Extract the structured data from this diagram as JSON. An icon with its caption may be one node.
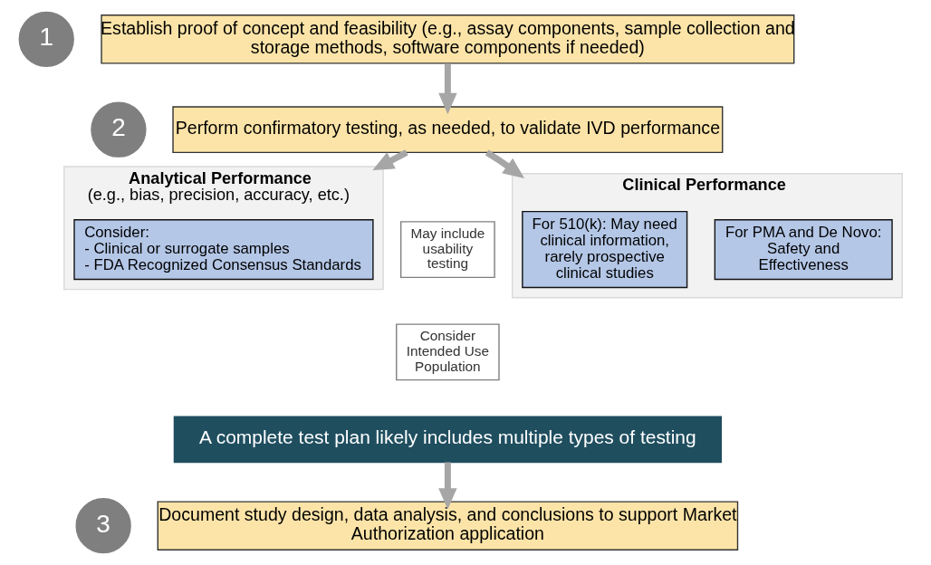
{
  "diagram": {
    "nodes": [
      {
        "text": [
          "1"
        ]
      },
      {
        "text": [
          "Establish proof of concept and feasibility (e.g., assay components, sample collection and storage methods, software components if needed)"
        ]
      },
      {
        "text": [
          "2"
        ]
      },
      {
        "text": [
          "Perform confirmatory testing, as needed, to validate IVD performance"
        ]
      },
      {
        "text": [
          "Analytical Performance",
          "(e.g., bias, precision, accuracy, etc.)"
        ]
      },
      {
        "text": [
          "Consider:",
          "- Clinical or surrogate samples",
          "- FDA Recognized Consensus Standards"
        ],
        "in": 4
      },
      {
        "text": [
          "May include usability testing"
        ]
      },
      {
        "text": [
          "Consider Intended Use Population"
        ]
      },
      {
        "text": [
          "Clinical Performance"
        ]
      },
      {
        "text": [
          "For 510(k): May need clinical information, rarely prospective clinical studies"
        ],
        "in": 8
      },
      {
        "text": [
          "For PMA and De Novo: Safety and Effectiveness"
        ],
        "in": 8
      },
      {
        "text": [
          "A complete test plan likely includes multiple types of testing"
        ]
      },
      {
        "text": [
          "3"
        ]
      },
      {
        "text": [
          "Document study design, data analysis, and conclusions to support Market Authorization application"
        ]
      }
    ],
    "edges": [
      {
        "from": 1,
        "to": 3,
        "arrow": "to"
      },
      {
        "from": 3,
        "to": 4,
        "arrow": "to"
      },
      {
        "from": 3,
        "to": 8,
        "arrow": "to"
      },
      {
        "from": 11,
        "to": 13,
        "arrow": "to"
      }
    ]
  }
}
